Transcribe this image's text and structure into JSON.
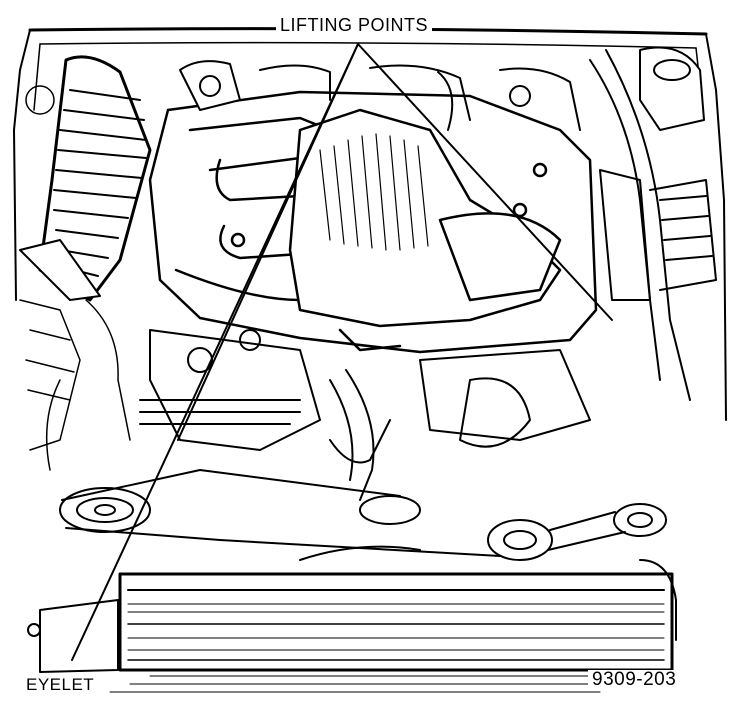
{
  "labels": {
    "lifting_points": "LIFTING POINTS",
    "eyelet": "EYELET",
    "figure_number": "9309-203"
  },
  "colors": {
    "ink": "#000000",
    "paper": "#ffffff"
  }
}
